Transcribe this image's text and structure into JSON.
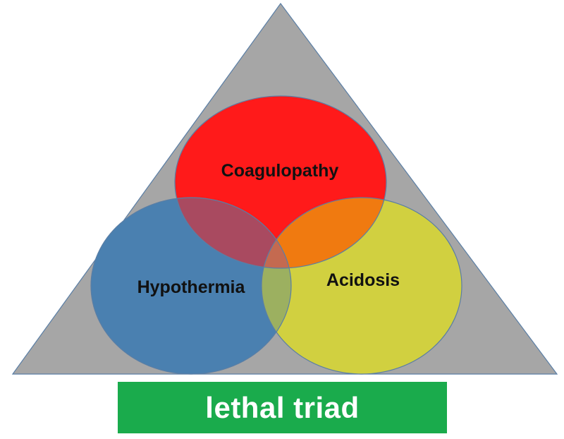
{
  "diagram": {
    "nodes": {
      "coagulopathy": {
        "label": "Coagulopathy",
        "color": "#ff1a1a"
      },
      "hypothermia": {
        "label": "Hypothermia",
        "color": "#4a80b0"
      },
      "acidosis": {
        "label": "Acidosis",
        "color": "#d1d040"
      }
    },
    "overlaps": {
      "coagulopathy_acidosis": "#f07a10",
      "coagulopathy_hypothermia": "#a94a60",
      "hypothermia_acidosis": "#9cb060",
      "center": "#c46a50"
    },
    "triangle_color": "#a6a6a6",
    "outline_color": "#5a7ea5"
  },
  "banner": {
    "label": "lethal triad",
    "color": "#1aab4c"
  }
}
